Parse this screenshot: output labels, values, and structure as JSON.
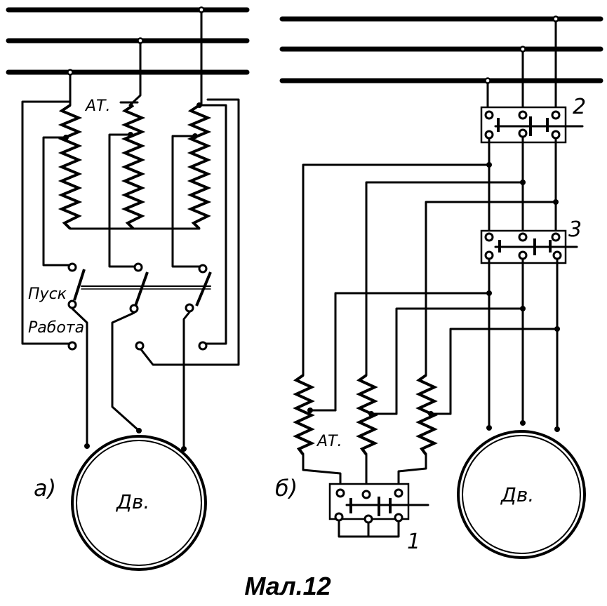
{
  "labels": {
    "autotransformer_a": "АТ.",
    "autotransformer_b": "АТ.",
    "start": "Пуск",
    "run": "Работа",
    "motor_a": "Дв.",
    "motor_b": "Дв.",
    "part_a": "а)",
    "part_b": "б)",
    "switch_1": "1",
    "switch_2": "2",
    "switch_3": "3",
    "caption": "Мал.12"
  }
}
